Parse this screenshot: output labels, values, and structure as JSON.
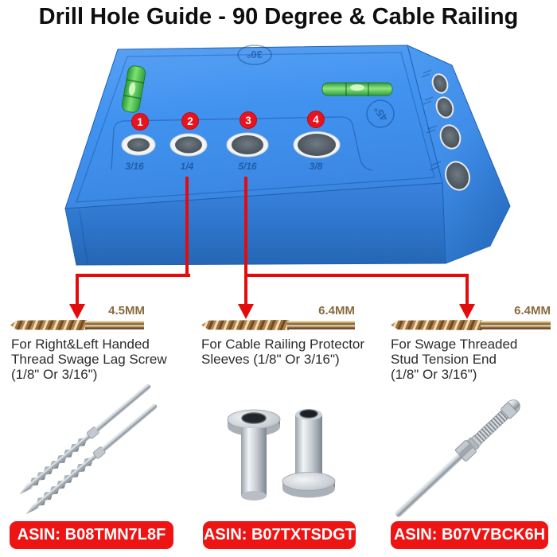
{
  "title": "Drill Hole Guide  - 90 Degree & Cable Railing",
  "jig": {
    "top_angle_label": "30°",
    "side_angle_label": "45°",
    "holes": [
      {
        "number": "1",
        "size": "3/16"
      },
      {
        "number": "2",
        "size": "1/4"
      },
      {
        "number": "3",
        "size": "5/16"
      },
      {
        "number": "4",
        "size": "3/8"
      }
    ]
  },
  "columns": [
    {
      "bit_size": "4.5MM",
      "desc_lines": [
        "For Right&Left Handed",
        "Thread Swage Lag Screw",
        "(1/8\" Or 3/16\")"
      ],
      "asin": "ASIN: B08TMN7L8F"
    },
    {
      "bit_size": "6.4MM",
      "desc_lines": [
        "For Cable Railing Protector",
        "Sleeves (1/8\" Or 3/16\")"
      ],
      "asin": "ASIN: B07TXTSDGT"
    },
    {
      "bit_size": "6.4MM",
      "desc_lines": [
        "For Swage Threaded",
        "Stud Tension End",
        "(1/8\" Or 3/16\")"
      ],
      "asin": "ASIN: B07V7BCK6H"
    }
  ],
  "colors": {
    "jig_top_blue": "#4193f0",
    "jig_front_blue": "#2e76cc",
    "arrow_red": "#e30b0b",
    "asin_badge_red": "#ee1414",
    "badge_red": "#e8131d",
    "level_vial_green": "#4cc94c",
    "bit_label_gold": "#8a6a3c",
    "text_dark": "#2b2b2b"
  }
}
